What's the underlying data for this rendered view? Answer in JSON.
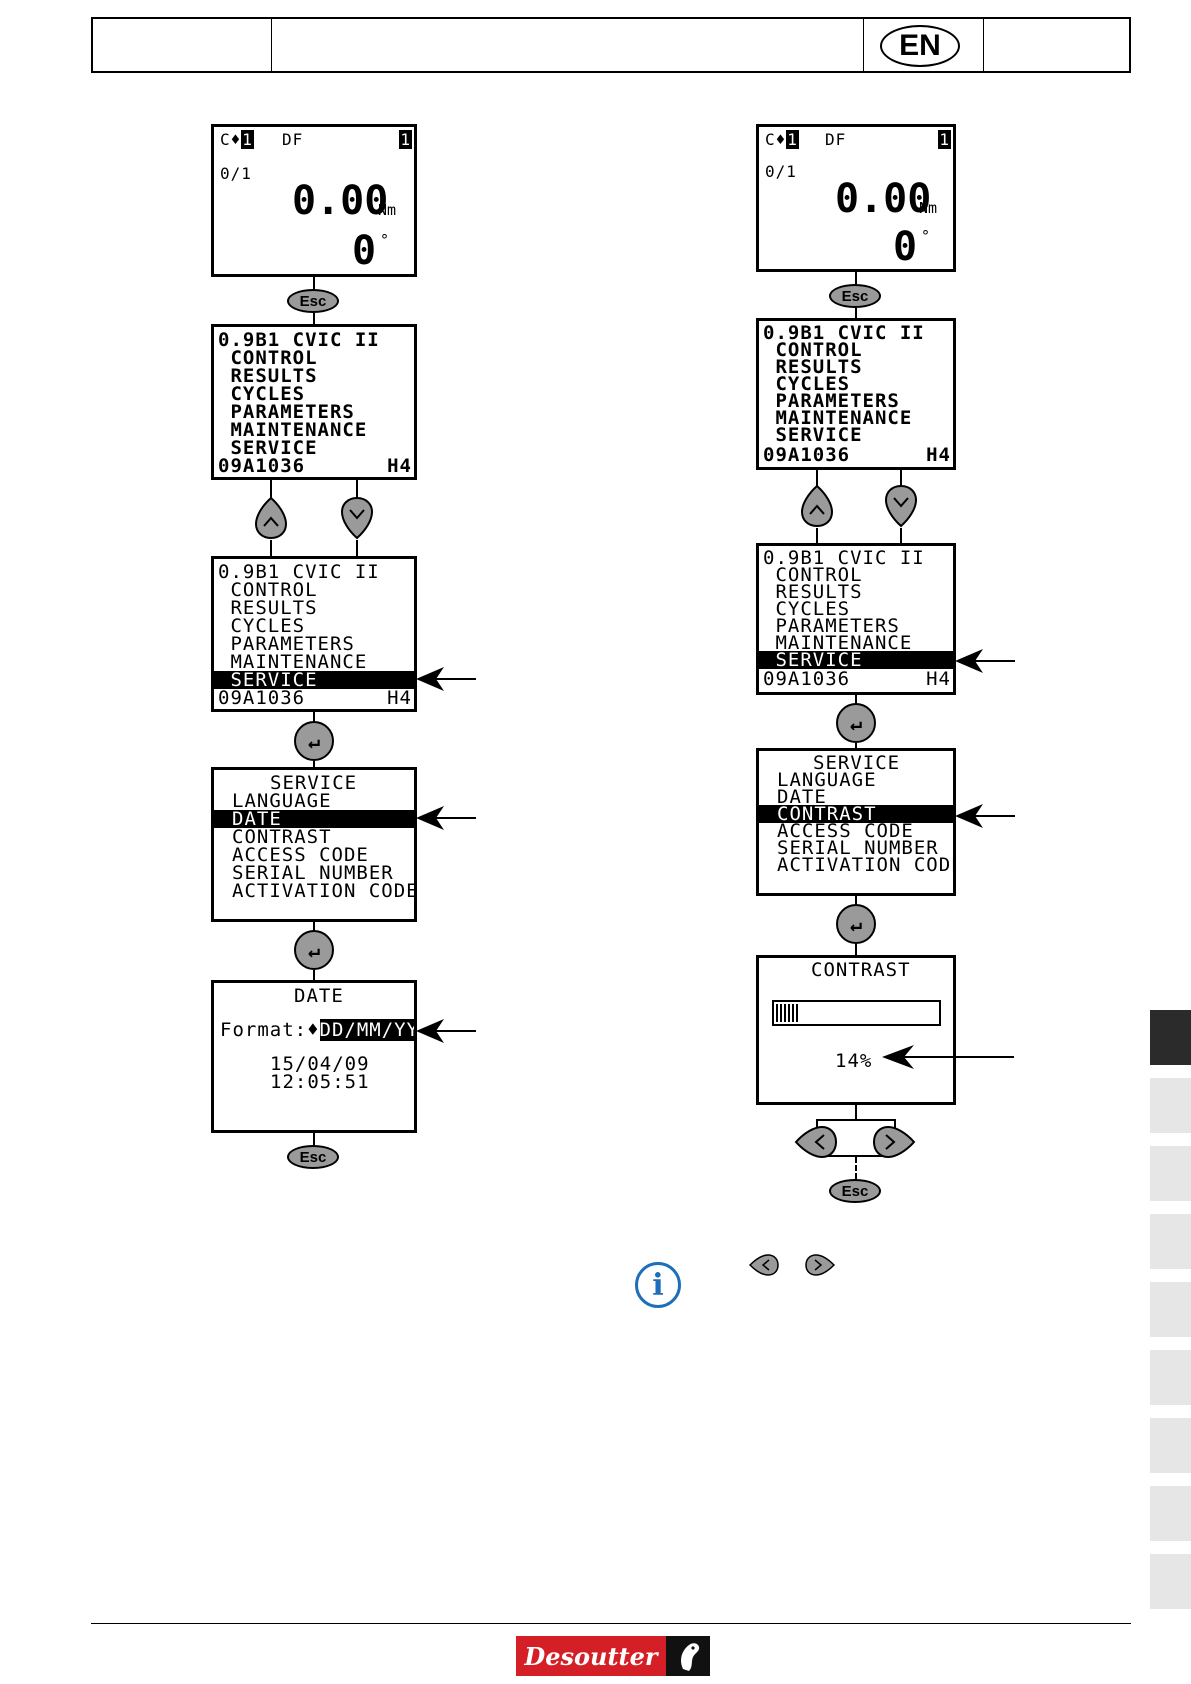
{
  "header": {
    "language_badge": "EN"
  },
  "screens": {
    "home": {
      "top_left": "C",
      "cycle_num": "1",
      "mode": "DF",
      "top_right": "1",
      "count": "0/1",
      "torque": "0.00",
      "torque_unit": "Nm",
      "angle": "0",
      "angle_unit": "°"
    },
    "main_menu": {
      "lines": [
        "0.9B1 CVIC II",
        " CONTROL",
        " RESULTS",
        " CYCLES",
        " PARAMETERS",
        " MAINTENANCE",
        " SERVICE"
      ],
      "footer_left": "09A1036",
      "footer_right": "H4",
      "highlighted": "SERVICE"
    },
    "service_menu": {
      "title": "SERVICE",
      "items": [
        "LANGUAGE",
        "DATE",
        "CONTRAST",
        "ACCESS CODE",
        "SERIAL NUMBER",
        "ACTIVATION CODE"
      ]
    },
    "date": {
      "title": "DATE",
      "format_label": "Format:",
      "format_value": "DD/MM/YY",
      "date": "15/04/09",
      "time": "12:05:51"
    },
    "contrast": {
      "title": "CONTRAST",
      "value": "14%",
      "level": 0.14
    }
  },
  "keys": {
    "esc": "Esc",
    "enter": "↵",
    "up": "^",
    "down": "v",
    "left": "<",
    "right": ">"
  },
  "info": {
    "icon": "i"
  },
  "logo": {
    "brand": "Desoutter"
  }
}
